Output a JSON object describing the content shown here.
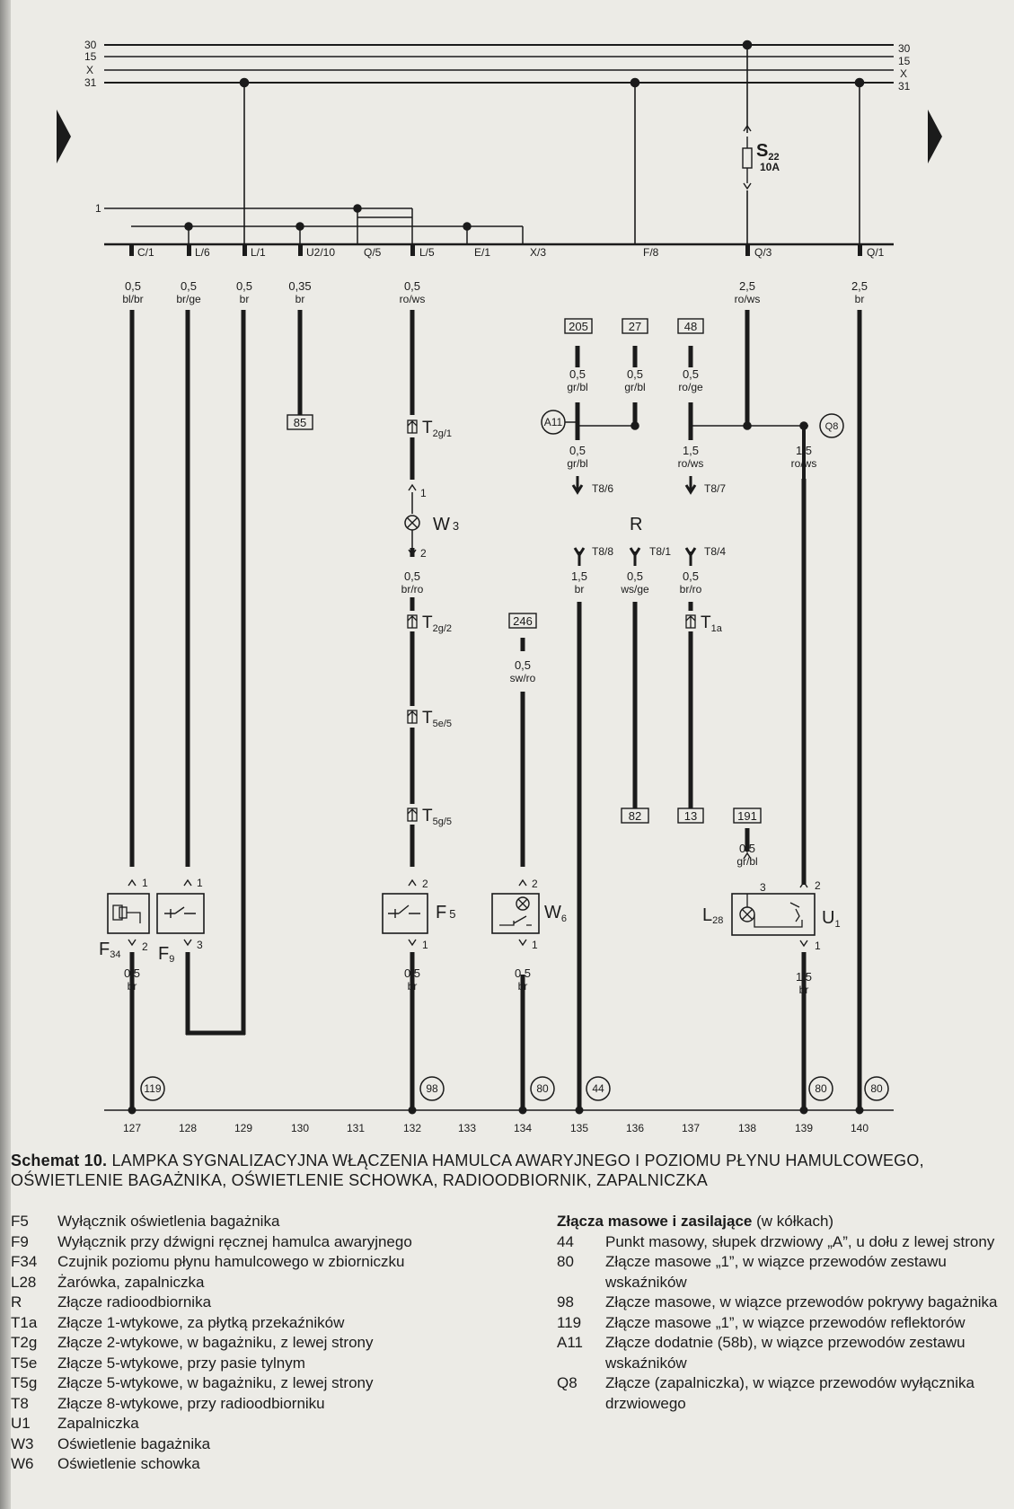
{
  "bus_lines": {
    "left": [
      "30",
      "15",
      "X",
      "31"
    ],
    "right": [
      "30",
      "15",
      "X",
      "31"
    ]
  },
  "fuse": {
    "name": "S",
    "sub": "22",
    "rating": "10A"
  },
  "stub_label": "1",
  "connectors": [
    "C/1",
    "L/6",
    "L/1",
    "U2/10",
    "Q/5",
    "L/5",
    "E/1",
    "X/3",
    "F/8",
    "Q/3",
    "Q/1"
  ],
  "wires_top": [
    {
      "size": "0,5",
      "color": "bl/br"
    },
    {
      "size": "0,5",
      "color": "br/ge"
    },
    {
      "size": "0,5",
      "color": "br"
    },
    {
      "size": "0,35",
      "color": "br"
    },
    {
      "size": "0,5",
      "color": "ro/ws"
    },
    {
      "size": "2,5",
      "color": "ro/ws"
    },
    {
      "size": "2,5",
      "color": "br"
    }
  ],
  "ref_boxes": [
    "85",
    "205",
    "27",
    "48",
    "246",
    "82",
    "13",
    "191"
  ],
  "radio_wires_upper": [
    {
      "size": "0,5",
      "color": "gr/bl"
    },
    {
      "size": "0,5",
      "color": "gr/bl"
    },
    {
      "size": "0,5",
      "color": "ro/ge"
    }
  ],
  "radio_wires_mid": [
    {
      "size": "0,5",
      "color": "gr/bl"
    },
    {
      "size": "1,5",
      "color": "ro/ws"
    },
    {
      "size": "1,5",
      "color": "ro/ws"
    }
  ],
  "circles": [
    "A11",
    "Q8"
  ],
  "t8_pins": [
    "T8/6",
    "T8/7",
    "T8/8",
    "T8/1",
    "T8/4"
  ],
  "radio_label": "R",
  "radio_wires_lower": [
    {
      "size": "1,5",
      "color": "br"
    },
    {
      "size": "0,5",
      "color": "ws/ge"
    },
    {
      "size": "0,5",
      "color": "br/ro"
    }
  ],
  "conn_labels": {
    "t2g1": {
      "main": "T",
      "sub": "2g/1"
    },
    "t2g2": {
      "main": "T",
      "sub": "2g/2"
    },
    "t5e5": {
      "main": "T",
      "sub": "5e/5"
    },
    "t5g5": {
      "main": "T",
      "sub": "5g/5"
    },
    "t1a": {
      "main": "T",
      "sub": "1a"
    }
  },
  "w3": {
    "main": "W",
    "sub": "3",
    "pin_top": "1",
    "pin_bottom": "2"
  },
  "w3_wire": {
    "size": "0,5",
    "color": "br/ro"
  },
  "w6_wire": {
    "size": "0,5",
    "color": "sw/ro"
  },
  "l28_wire": {
    "size": "0,5",
    "color": "gr/bl"
  },
  "components": {
    "f34": {
      "main": "F",
      "sub": "34",
      "pin_top": "1",
      "pin_bottom": "2"
    },
    "f9": {
      "main": "F",
      "sub": "9",
      "pin_top": "1",
      "pin_bottom": "3"
    },
    "f5": {
      "main": "F",
      "sub": "5",
      "pin_top": "2",
      "pin_bottom": "1"
    },
    "w6": {
      "main": "W",
      "sub": "6",
      "pin_top": "2",
      "pin_bottom": "1"
    },
    "l28": {
      "main": "L",
      "sub": "28",
      "pin": "3"
    },
    "u1": {
      "main": "U",
      "sub": "1",
      "pin_top": "2",
      "pin_bottom": "1"
    }
  },
  "wires_bottom": [
    {
      "size": "0,5",
      "color": "br"
    },
    {
      "size": "0,5",
      "color": "br"
    },
    {
      "size": "0,5",
      "color": "br"
    },
    {
      "size": "1,5",
      "color": "br"
    }
  ],
  "ground_circles": [
    "119",
    "98",
    "80",
    "44",
    "80",
    "80"
  ],
  "track_numbers": [
    "127",
    "128",
    "129",
    "130",
    "131",
    "132",
    "133",
    "134",
    "135",
    "136",
    "137",
    "138",
    "139",
    "140"
  ],
  "caption": {
    "label": "Schemat 10.",
    "title": "LAMPKA SYGNALIZACYJNA WŁĄCZENIA HAMULCA AWARYJNEGO I POZIOMU PŁYNU HAMULCOWEGO, OŚWIETLENIE BAGAŻNIKA, OŚWIETLENIE SCHOWKA, RADIOODBIORNIK, ZAPALNICZKA"
  },
  "legend": [
    {
      "code": "F5",
      "text": "Wyłącznik oświetlenia bagażnika"
    },
    {
      "code": "F9",
      "text": "Wyłącznik przy dźwigni ręcznej hamulca awaryjnego"
    },
    {
      "code": "F34",
      "text": "Czujnik poziomu płynu hamulcowego w zbiorniczku"
    },
    {
      "code": "L28",
      "text": "Żarówka, zapalniczka"
    },
    {
      "code": "R",
      "text": "Złącze radioodbiornika"
    },
    {
      "code": "T1a",
      "text": "Złącze 1-wtykowe, za płytką przekaźników"
    },
    {
      "code": "T2g",
      "text": "Złącze 2-wtykowe, w bagażniku, z lewej strony"
    },
    {
      "code": "T5e",
      "text": "Złącze 5-wtykowe, przy pasie tylnym"
    },
    {
      "code": "T5g",
      "text": "Złącze 5-wtykowe, w bagażniku, z lewej strony"
    },
    {
      "code": "T8",
      "text": "Złącze 8-wtykowe, przy radioodbiorniku"
    },
    {
      "code": "U1",
      "text": "Zapalniczka"
    },
    {
      "code": "W3",
      "text": "Oświetlenie bagażnika"
    },
    {
      "code": "W6",
      "text": "Oświetlenie schowka"
    }
  ],
  "grounds": {
    "title": "Złącza masowe i zasilające",
    "note": "(w kółkach)",
    "items": [
      {
        "code": "44",
        "text": "Punkt masowy, słupek drzwiowy „A”, u dołu z lewej strony"
      },
      {
        "code": "80",
        "text": "Złącze masowe „1”, w wiązce przewodów zestawu wskaźników"
      },
      {
        "code": "98",
        "text": "Złącze masowe, w wiązce przewodów pokrywy bagażnika"
      },
      {
        "code": "119",
        "text": "Złącze masowe „1”, w wiązce przewodów reflektorów"
      },
      {
        "code": "A11",
        "text": "Złącze dodatnie (58b), w wiązce przewodów zestawu wskaźników"
      },
      {
        "code": "Q8",
        "text": "Złącze (zapalniczka), w wiązce przewodów wyłącznika drzwiowego"
      }
    ]
  }
}
